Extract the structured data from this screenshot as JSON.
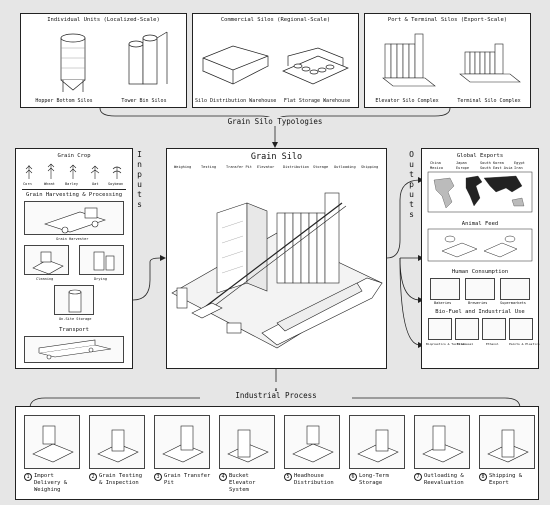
{
  "typologies": {
    "title": "Grain Silo Typologies",
    "groups": [
      {
        "title": "Individual Units (Localized-Scale)",
        "items": [
          "Hopper Bottom Silos",
          "Tower Bin Silos"
        ]
      },
      {
        "title": "Commercial Silos (Regional-Scale)",
        "items": [
          "Silo Distribution Warehouse",
          "Flat Storage Warehouse"
        ]
      },
      {
        "title": "Port & Terminal Silos (Export-Scale)",
        "items": [
          "Elevator Silo Complex",
          "Terminal Silo Complex"
        ]
      }
    ]
  },
  "inputs": {
    "side_label": "Inputs",
    "crop_title": "Grain Crop",
    "crops": [
      "Corn",
      "Wheat",
      "Barley",
      "Oat",
      "Soybean"
    ],
    "harvest_title": "Grain Harvesting & Processing",
    "harvest_steps": [
      "Grain Harvester",
      "Cleaning",
      "Drying",
      "On-Site Storage"
    ],
    "transport_title": "Transport"
  },
  "center": {
    "title": "Grain Silo",
    "legend": [
      "Weighing",
      "Testing",
      "Transfer Pit",
      "Elevator",
      "Distribution",
      "Storage",
      "Outloading",
      "Shipping"
    ]
  },
  "outputs": {
    "side_label": "Outputs",
    "exports_title": "Global Exports",
    "countries": [
      "China",
      "Japan",
      "South Korea",
      "Egypt",
      "Mexico",
      "Europe",
      "South East Asia",
      "Iran"
    ],
    "feed_title": "Animal Feed",
    "human_title": "Human Consumption",
    "human_items": [
      "Bakeries",
      "Breweries",
      "Supermarkets"
    ],
    "bio_title": "Bio-Fuel and Industrial Use",
    "bio_items": [
      "Bioplastics & Textiles",
      "Biodiesel",
      "Ethanol",
      "Paints & Plastics"
    ]
  },
  "process": {
    "title": "Industrial Process",
    "steps": [
      {
        "num": "1",
        "label": "Import Delivery & Weighing"
      },
      {
        "num": "2",
        "label": "Grain Testing & Inspection"
      },
      {
        "num": "3",
        "label": "Grain Transfer Pit"
      },
      {
        "num": "4",
        "label": "Bucket Elevator System"
      },
      {
        "num": "5",
        "label": "Headhouse Distribution"
      },
      {
        "num": "6",
        "label": "Long-Term Storage"
      },
      {
        "num": "7",
        "label": "Outloading & Reevaluation"
      },
      {
        "num": "8",
        "label": "Shipping & Export"
      }
    ]
  }
}
